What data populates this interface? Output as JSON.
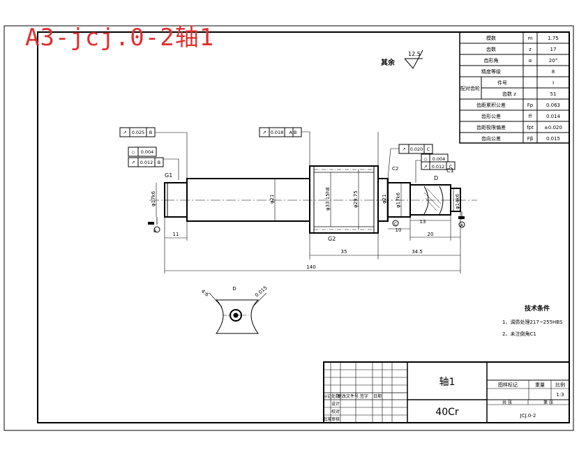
{
  "page_title": "A3-jcj.0-2轴1",
  "roughness": {
    "label": "其余",
    "value": "12.5"
  },
  "params_table": {
    "rows": [
      {
        "name": "模数",
        "sym": "m",
        "val": "1.75"
      },
      {
        "name": "齿数",
        "sym": "z",
        "val": "17"
      },
      {
        "name": "齿形角",
        "sym": "α",
        "val": "20°"
      },
      {
        "name": "精度等级",
        "sym": "",
        "val": "8"
      },
      {
        "name": "配对齿轮",
        "sym": "件号",
        "val": "I"
      },
      {
        "name": "",
        "sym": "齿数 z",
        "val": "51"
      },
      {
        "name": "齿距累积公差",
        "sym": "Fp",
        "val": "0.063"
      },
      {
        "name": "齿形公差",
        "sym": "ff",
        "val": "0.014"
      },
      {
        "name": "齿距极限偏差",
        "sym": "fpt",
        "val": "±0.020"
      },
      {
        "name": "齿向公差",
        "sym": "Fβ",
        "val": "0.015"
      }
    ]
  },
  "tolerances": {
    "t1": "0.025",
    "t1_ref": "B",
    "t2": "0.004",
    "t3": "0.012",
    "t3_ref": "B",
    "t4": "0.018",
    "t4_ref": "A B",
    "t5": "0.020",
    "t5_ref": "C",
    "t6": "0.004",
    "t7": "0.012",
    "t7_ref": "C"
  },
  "labels": {
    "g1_left": "G1",
    "c1_right": "C1",
    "g2": "G2",
    "c2": "C2",
    "datum_a": "A",
    "datum_b": "B",
    "datum_c": "C",
    "section_d": "D"
  },
  "dimensions": {
    "d_left": "φ17k6",
    "d_mid": "φ21",
    "d_gear_outer": "φ33.15h8",
    "d_gear_root": "φ29.75",
    "d_right1": "φ21",
    "d_right2": "φ17k6",
    "d_right3": "φ14k6",
    "len_11": "11",
    "len_35": "35",
    "len_345": "34.5",
    "len_140": "140",
    "len_10": "10",
    "len_13": "13",
    "len_20": "20"
  },
  "section_view": {
    "title": "D",
    "note_left": "4:6",
    "note_right": "0.015"
  },
  "tech_req": {
    "heading": "技术条件",
    "items": [
      "1、调质处理217~255HBS",
      "2、未注倒角C1"
    ]
  },
  "title_block": {
    "part_name": "轴1",
    "material": "40Cr",
    "drawing_no": "JCJ.0-2",
    "scale_header": "比例",
    "scale": "1:3",
    "weight_header": "重量",
    "stage_header": "图样标记",
    "sheet_total": "共 张",
    "sheet_no": "第 张",
    "rev_headers": [
      "标记",
      "处数",
      "更改文件号",
      "签字",
      "日期"
    ],
    "roles": [
      "设计",
      "校对",
      "审核",
      "批准"
    ]
  }
}
